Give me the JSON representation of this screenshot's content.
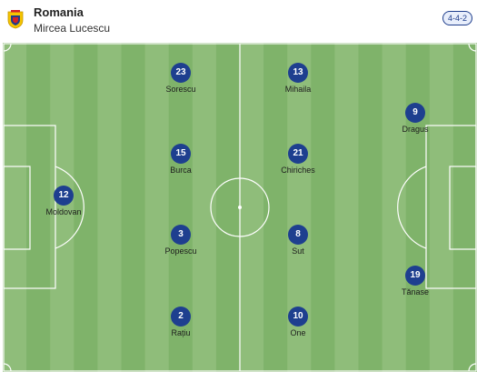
{
  "team": {
    "name": "Romania",
    "coach": "Mircea Lucescu",
    "formation": "4-4-2"
  },
  "players": [
    {
      "number": "12",
      "name": "Moldovan"
    },
    {
      "number": "23",
      "name": "Sorescu"
    },
    {
      "number": "15",
      "name": "Burca"
    },
    {
      "number": "3",
      "name": "Popescu"
    },
    {
      "number": "2",
      "name": "Rațiu"
    },
    {
      "number": "13",
      "name": "Mihaila"
    },
    {
      "number": "21",
      "name": "Chiriches"
    },
    {
      "number": "8",
      "name": "Sut"
    },
    {
      "number": "10",
      "name": "One"
    },
    {
      "number": "9",
      "name": "Dragus"
    },
    {
      "number": "19",
      "name": "Tănase"
    }
  ],
  "colors": {
    "pitch_light": "#8fbd7a",
    "pitch_dark": "#7fb36a",
    "line": "#ffffff",
    "shirt": "#1e3f8f"
  }
}
